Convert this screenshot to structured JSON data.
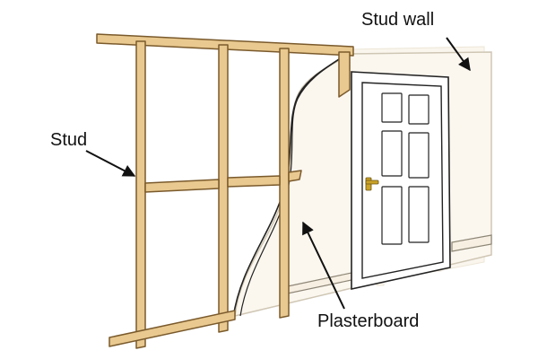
{
  "labels": {
    "stud": "Stud",
    "stud_wall": "Stud wall",
    "plasterboard": "Plasterboard"
  },
  "colors": {
    "timber_fill": "#e9c98f",
    "timber_outline": "#7a5a2c",
    "plaster_fill": "#fbf7ef",
    "plaster_line": "#cfc6b4",
    "door_outline": "#222222",
    "handle": "#c9a227",
    "arrow": "#111111",
    "background": "#ffffff"
  },
  "icons": {
    "door": "panel-door-icon",
    "handle": "door-handle-icon",
    "arrow": "arrow-pointer-icon"
  }
}
